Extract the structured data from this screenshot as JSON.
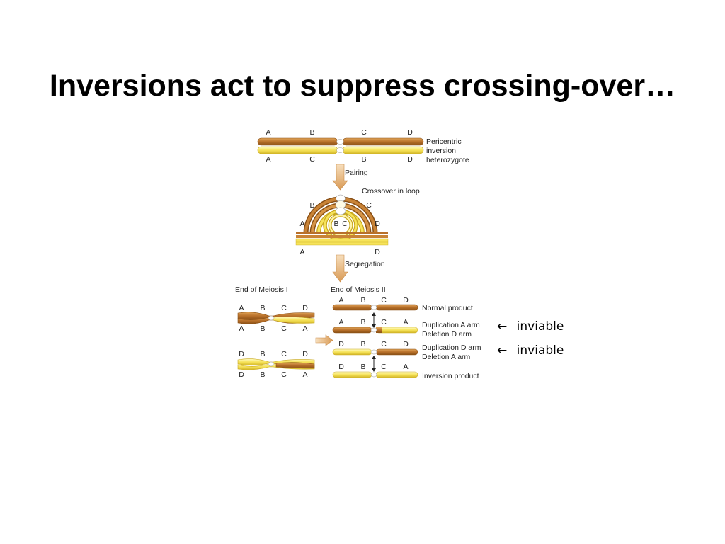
{
  "slide": {
    "title": "Inversions act to suppress crossing-over…"
  },
  "diagram": {
    "colors": {
      "brown": "#c0782a",
      "brown_edge": "#8a5016",
      "yellow": "#f6e35a",
      "yellow_edge": "#c8a820",
      "arrow": "#e9c089"
    },
    "top": {
      "upper_genes": [
        "A",
        "B",
        "C",
        "D"
      ],
      "lower_genes": [
        "A",
        "C",
        "B",
        "D"
      ],
      "label_lines": [
        "Pericentric",
        "inversion",
        "heterozygote"
      ]
    },
    "pairing_label": "Pairing",
    "loop": {
      "label": "Crossover in loop",
      "outer_genes": [
        "B",
        "C"
      ],
      "side_genes": [
        "A",
        "D"
      ],
      "inner_genes": [
        "B",
        "C"
      ],
      "bottom_genes": [
        "A",
        "D"
      ]
    },
    "segregation_label": "Segregation",
    "meiosis1": {
      "heading": "End of Meiosis I",
      "pair1_top": [
        "A",
        "B",
        "C",
        "D"
      ],
      "pair1_bottom": [
        "A",
        "B",
        "C",
        "A"
      ],
      "pair2_top": [
        "D",
        "B",
        "C",
        "D"
      ],
      "pair2_bottom": [
        "D",
        "B",
        "C",
        "A"
      ]
    },
    "meiosis2": {
      "heading": "End of Meiosis II",
      "products": [
        {
          "genes": [
            "A",
            "B",
            "C",
            "D"
          ],
          "label_lines": [
            "Normal product"
          ]
        },
        {
          "genes": [
            "A",
            "B",
            "C",
            "A"
          ],
          "label_lines": [
            "Duplication A arm",
            "Deletion D arm"
          ]
        },
        {
          "genes": [
            "D",
            "B",
            "C",
            "D"
          ],
          "label_lines": [
            "Duplication D arm",
            "Deletion A arm"
          ]
        },
        {
          "genes": [
            "D",
            "B",
            "C",
            "A"
          ],
          "label_lines": [
            "Inversion product"
          ]
        }
      ]
    }
  },
  "annotations": [
    {
      "arrow": "←",
      "text": "inviable"
    },
    {
      "arrow": "←",
      "text": "inviable"
    }
  ]
}
